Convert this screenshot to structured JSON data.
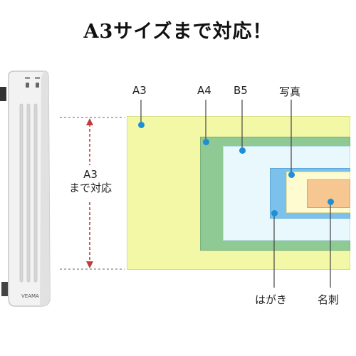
{
  "title": "A3サイズまで対応！",
  "device": {
    "brand": "VEAMA"
  },
  "dimension": {
    "line1": "A3",
    "line2": "まで対応"
  },
  "sizes": {
    "a3": {
      "label": "A3",
      "color": "#f3f8a6"
    },
    "a4": {
      "label": "A4",
      "color": "#8fc994"
    },
    "b5": {
      "label": "B5",
      "color": "#e8f8fd"
    },
    "postcard": {
      "label": "はがき",
      "color": "#7cc1ec"
    },
    "photo": {
      "label": "写真",
      "color": "#fdfbcf"
    },
    "card": {
      "label": "名刺",
      "color": "#f7c792"
    }
  },
  "colors": {
    "dot": "#1e8fd4",
    "arrow": "#c23b3b"
  }
}
